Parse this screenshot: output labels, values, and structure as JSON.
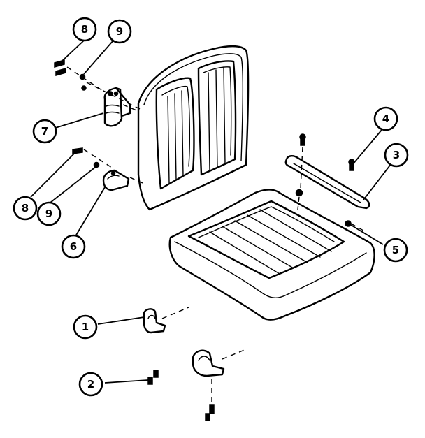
{
  "callouts": [
    {
      "id": "c1",
      "label": "1"
    },
    {
      "id": "c2",
      "label": "2"
    },
    {
      "id": "c3",
      "label": "3"
    },
    {
      "id": "c4",
      "label": "4"
    },
    {
      "id": "c5",
      "label": "5"
    },
    {
      "id": "c6",
      "label": "6"
    },
    {
      "id": "c7",
      "label": "7"
    },
    {
      "id": "c8a",
      "label": "8"
    },
    {
      "id": "c8b",
      "label": "8"
    },
    {
      "id": "c9a",
      "label": "9"
    },
    {
      "id": "c9b",
      "label": "9"
    }
  ]
}
